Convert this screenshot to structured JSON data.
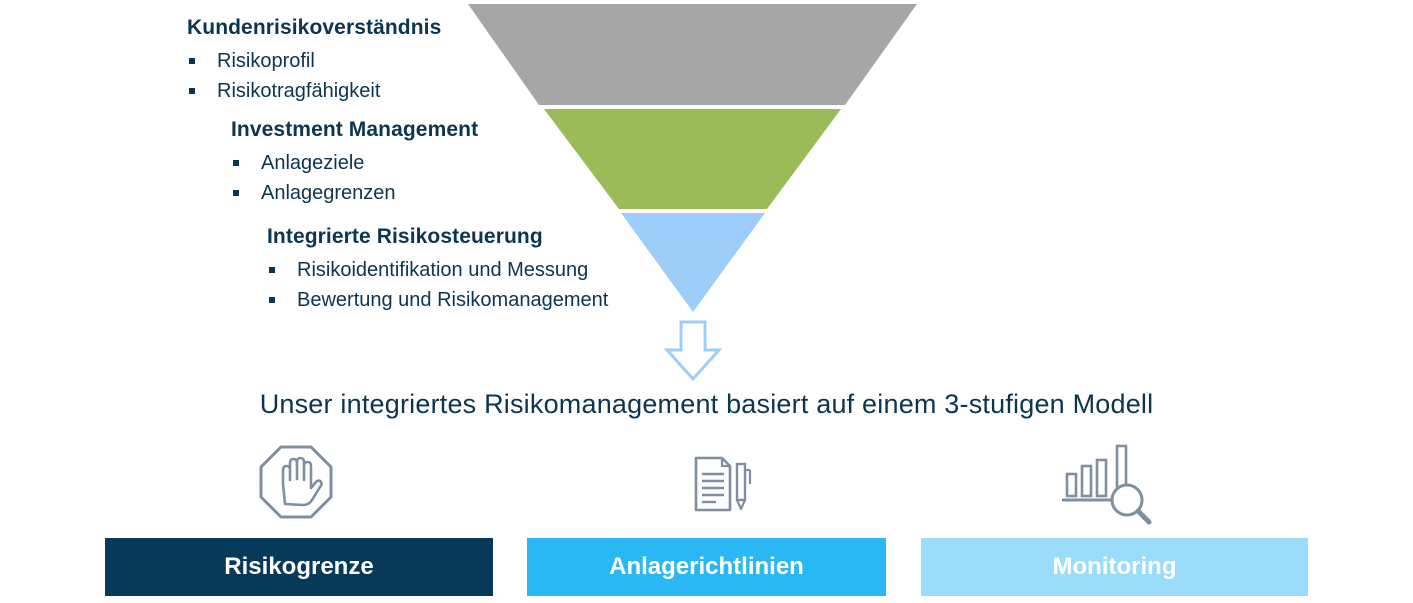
{
  "funnel": {
    "colors": [
      "#a6a6a6",
      "#9bbb59",
      "#9dcdf8"
    ],
    "sections": [
      {
        "title": "Kundenrisikoverständnis",
        "items": [
          "Risikoprofil",
          "Risikotragfähigkeit"
        ]
      },
      {
        "title": "Investment Management",
        "items": [
          "Anlageziele",
          "Anlagegrenzen"
        ]
      },
      {
        "title": "Integrierte Risikosteuerung",
        "items": [
          "Risikoidentifikation und Messung",
          "Bewertung und Risikomanagement"
        ]
      }
    ]
  },
  "headline": "Unser integriertes Risikomanagement basiert auf einem 3-stufigen Modell",
  "steps": [
    {
      "label": "Risikogrenze",
      "icon": "stop-hand-icon",
      "color": "#063a58"
    },
    {
      "label": "Anlagerichtlinien",
      "icon": "document-pen-icon",
      "color": "#2ab8f5"
    },
    {
      "label": "Monitoring",
      "icon": "bar-chart-magnifier-icon",
      "color": "#9bdcfb"
    }
  ]
}
